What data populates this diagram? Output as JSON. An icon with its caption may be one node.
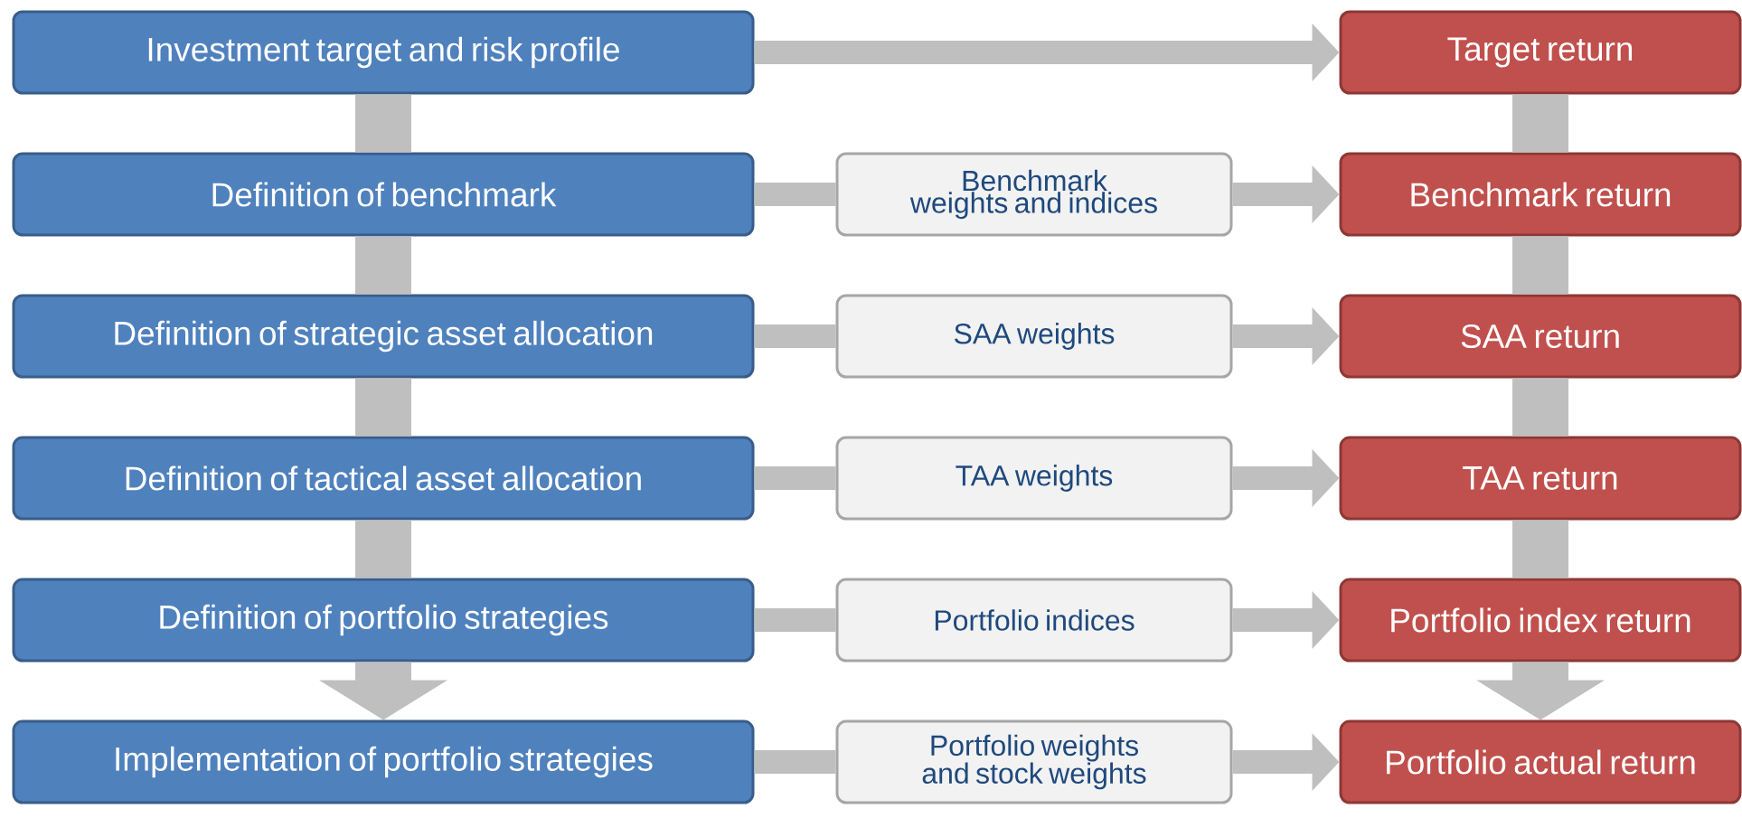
{
  "diagram": {
    "nodes": [
      {
        "text": [
          "Investment target and risk profile"
        ]
      },
      {
        "text": [
          "Target return"
        ]
      },
      {
        "text": [
          "Definition of benchmark"
        ]
      },
      {
        "text": [
          "Benchmark weights and indices"
        ]
      },
      {
        "text": [
          "Benchmark return"
        ]
      },
      {
        "text": [
          "Definition of strategic asset allocation"
        ]
      },
      {
        "text": [
          "SAA weights"
        ]
      },
      {
        "text": [
          "SAA return"
        ]
      },
      {
        "text": [
          "Definition of tactical asset allocation"
        ]
      },
      {
        "text": [
          "TAA weights"
        ]
      },
      {
        "text": [
          "TAA return"
        ]
      },
      {
        "text": [
          "Definition of portfolio strategies"
        ]
      },
      {
        "text": [
          "Portfolio indices"
        ]
      },
      {
        "text": [
          "Portfolio index return"
        ]
      },
      {
        "text": [
          "Implementation of portfolio strategies"
        ]
      },
      {
        "text": [
          "Portfolio weights and stock weights"
        ]
      },
      {
        "text": [
          "Portfolio actual return"
        ]
      }
    ],
    "edges": [
      {
        "from": 0,
        "to": 1,
        "arrow": "to"
      },
      {
        "from": 0,
        "to": 2,
        "arrow": "none",
        "style": "thick"
      },
      {
        "from": 2,
        "to": 5,
        "arrow": "none",
        "style": "thick"
      },
      {
        "from": 5,
        "to": 8,
        "arrow": "none",
        "style": "thick"
      },
      {
        "from": 8,
        "to": 11,
        "arrow": "none",
        "style": "thick"
      },
      {
        "from": 11,
        "to": 14,
        "arrow": "to",
        "style": "thick"
      },
      {
        "from": 1,
        "to": 4,
        "arrow": "none",
        "style": "thick"
      },
      {
        "from": 4,
        "to": 7,
        "arrow": "none",
        "style": "thick"
      },
      {
        "from": 7,
        "to": 10,
        "arrow": "none",
        "style": "thick"
      },
      {
        "from": 10,
        "to": 13,
        "arrow": "none",
        "style": "thick"
      },
      {
        "from": 13,
        "to": 16,
        "arrow": "to",
        "style": "thick"
      },
      {
        "from": 2,
        "to": 3,
        "arrow": "none"
      },
      {
        "from": 3,
        "to": 4,
        "arrow": "to"
      },
      {
        "from": 5,
        "to": 6,
        "arrow": "none"
      },
      {
        "from": 6,
        "to": 7,
        "arrow": "to"
      },
      {
        "from": 8,
        "to": 9,
        "arrow": "none"
      },
      {
        "from": 9,
        "to": 10,
        "arrow": "to"
      },
      {
        "from": 11,
        "to": 12,
        "arrow": "none"
      },
      {
        "from": 12,
        "to": 13,
        "arrow": "to"
      },
      {
        "from": 14,
        "to": 15,
        "arrow": "none"
      },
      {
        "from": 15,
        "to": 16,
        "arrow": "to"
      }
    ]
  }
}
